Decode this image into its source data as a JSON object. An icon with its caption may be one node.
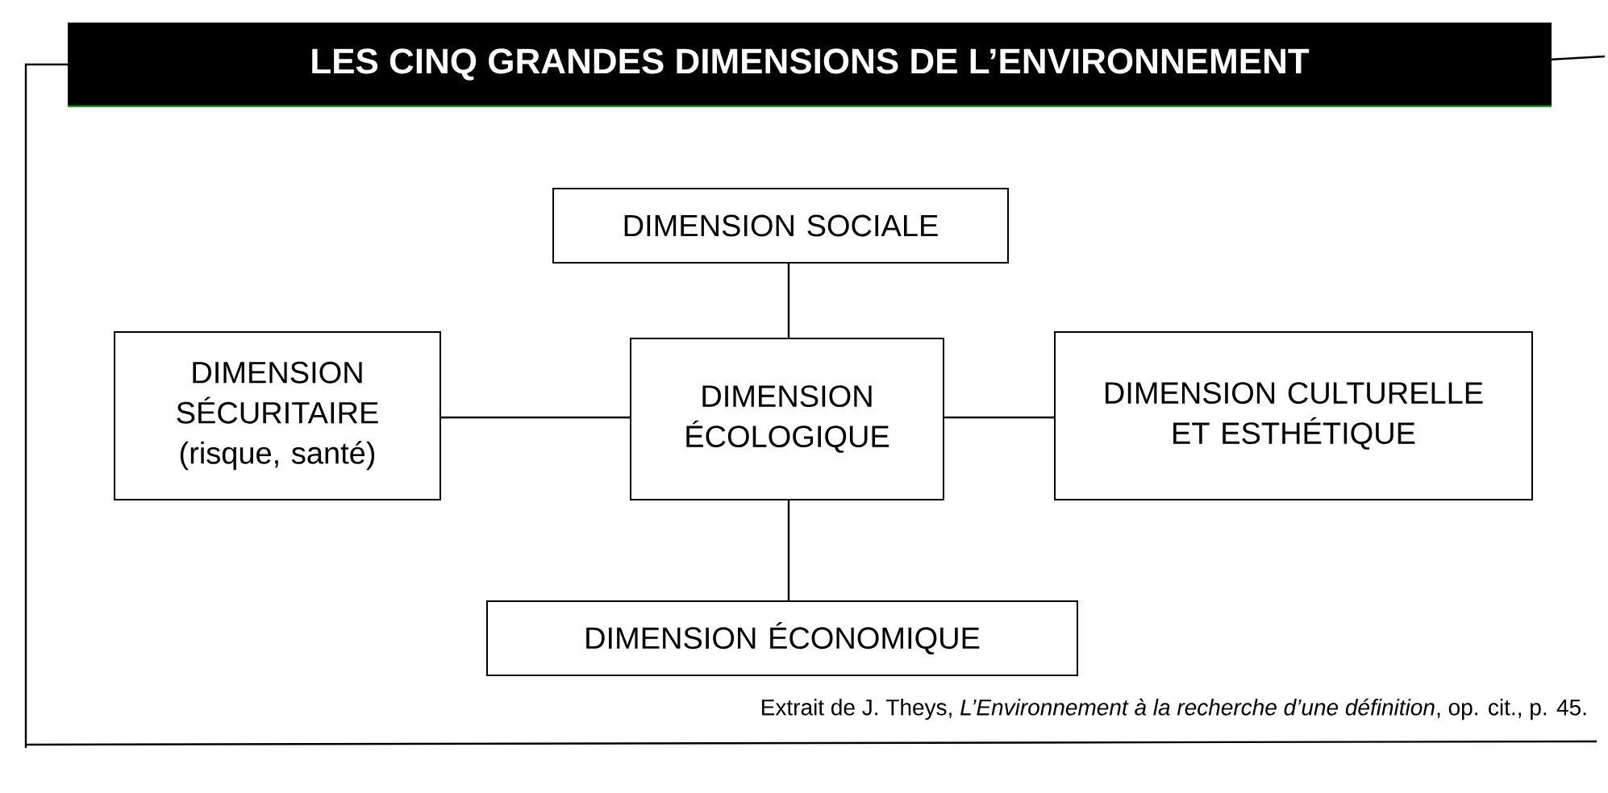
{
  "diagram": {
    "title": "LES CINQ GRANDES DIMENSIONS DE L’ENVIRONNEMENT",
    "caption": "Extrait de J. Theys, *L’Environnement à la recherche d’une définition*, op. cit., p. 45.",
    "nodes": [
      {
        "text": [
          "DIMENSION SOCIALE"
        ]
      },
      {
        "text": [
          "DIMENSION SÉCURITAIRE (risque, santé)"
        ]
      },
      {
        "text": [
          "DIMENSION ÉCOLOGIQUE"
        ]
      },
      {
        "text": [
          "DIMENSION CULTURELLE ET ESTHÉTIQUE"
        ]
      },
      {
        "text": [
          "DIMENSION ÉCONOMIQUE"
        ]
      }
    ],
    "edges": [
      {
        "from": 2,
        "to": 0,
        "arrow": "none"
      },
      {
        "from": 2,
        "to": 1,
        "arrow": "none"
      },
      {
        "from": 2,
        "to": 3,
        "arrow": "none"
      },
      {
        "from": 2,
        "to": 4,
        "arrow": "none"
      }
    ]
  }
}
